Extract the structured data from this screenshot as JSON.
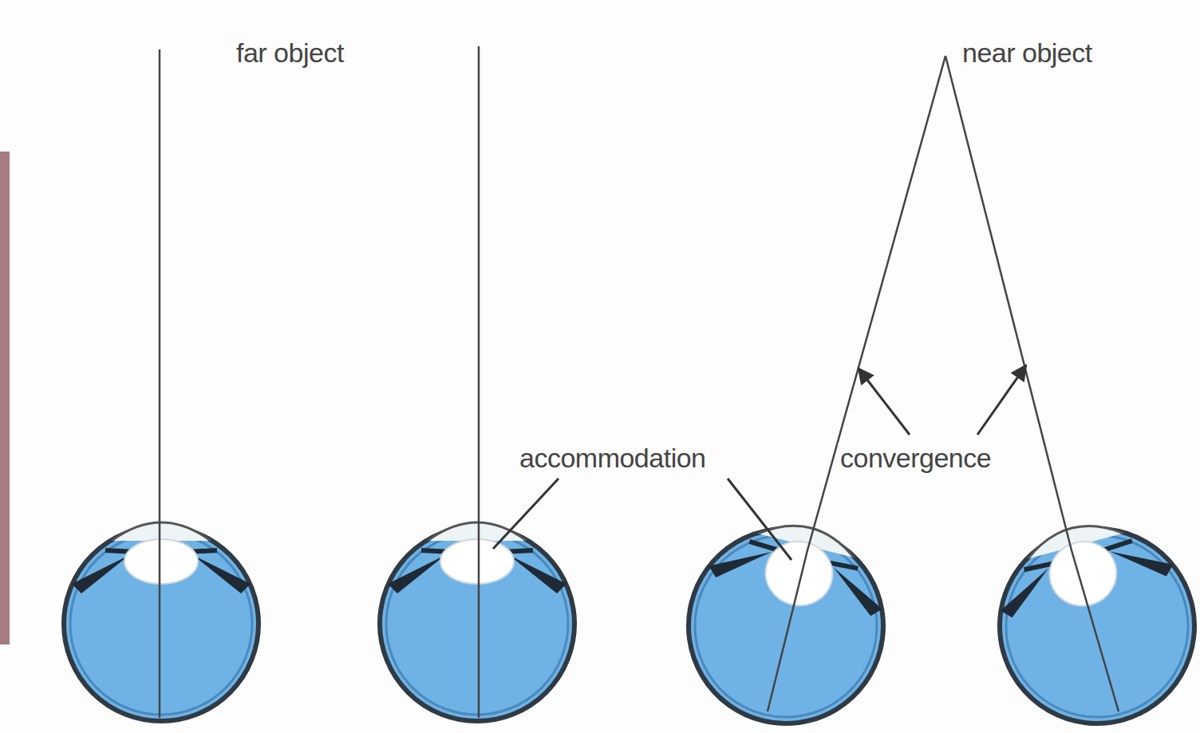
{
  "diagram": {
    "labels": [
      "far object",
      "near object",
      "accommodation",
      "convergence"
    ]
  }
}
